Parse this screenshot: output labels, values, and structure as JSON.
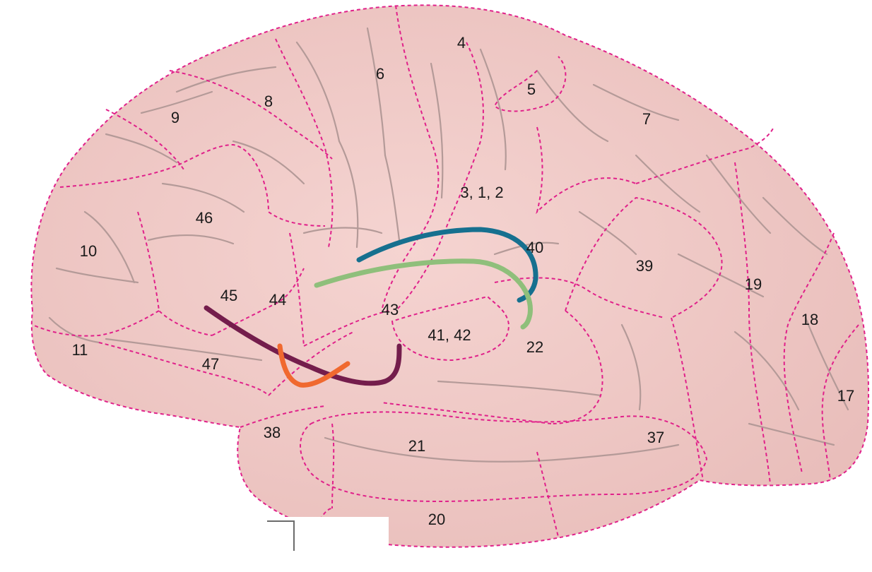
{
  "colors": {
    "brain_fill": "#efc7c4",
    "boundary": "#e0218a",
    "sulcus": "#b49a98",
    "tract_blue": "#16708f",
    "tract_green": "#8fbf7b",
    "tract_purple": "#741d4c",
    "tract_orange": "#f0692f"
  },
  "areas": [
    {
      "id": "4",
      "label": "4"
    },
    {
      "id": "6",
      "label": "6"
    },
    {
      "id": "5",
      "label": "5"
    },
    {
      "id": "7",
      "label": "7"
    },
    {
      "id": "8",
      "label": "8"
    },
    {
      "id": "9",
      "label": "9"
    },
    {
      "id": "3-1-2",
      "label": "3, 1, 2"
    },
    {
      "id": "46",
      "label": "46"
    },
    {
      "id": "10",
      "label": "10"
    },
    {
      "id": "40",
      "label": "40"
    },
    {
      "id": "39",
      "label": "39"
    },
    {
      "id": "19",
      "label": "19"
    },
    {
      "id": "18",
      "label": "18"
    },
    {
      "id": "45",
      "label": "45"
    },
    {
      "id": "44",
      "label": "44"
    },
    {
      "id": "43",
      "label": "43"
    },
    {
      "id": "41-42",
      "label": "41, 42"
    },
    {
      "id": "22",
      "label": "22"
    },
    {
      "id": "11",
      "label": "11"
    },
    {
      "id": "47",
      "label": "47"
    },
    {
      "id": "17",
      "label": "17"
    },
    {
      "id": "38",
      "label": "38"
    },
    {
      "id": "37",
      "label": "37"
    },
    {
      "id": "21",
      "label": "21"
    },
    {
      "id": "20",
      "label": "20"
    }
  ],
  "tracts": [
    {
      "id": "blue",
      "color": "#16708f"
    },
    {
      "id": "green",
      "color": "#8fbf7b"
    },
    {
      "id": "purple",
      "color": "#741d4c"
    },
    {
      "id": "orange",
      "color": "#f0692f"
    }
  ]
}
